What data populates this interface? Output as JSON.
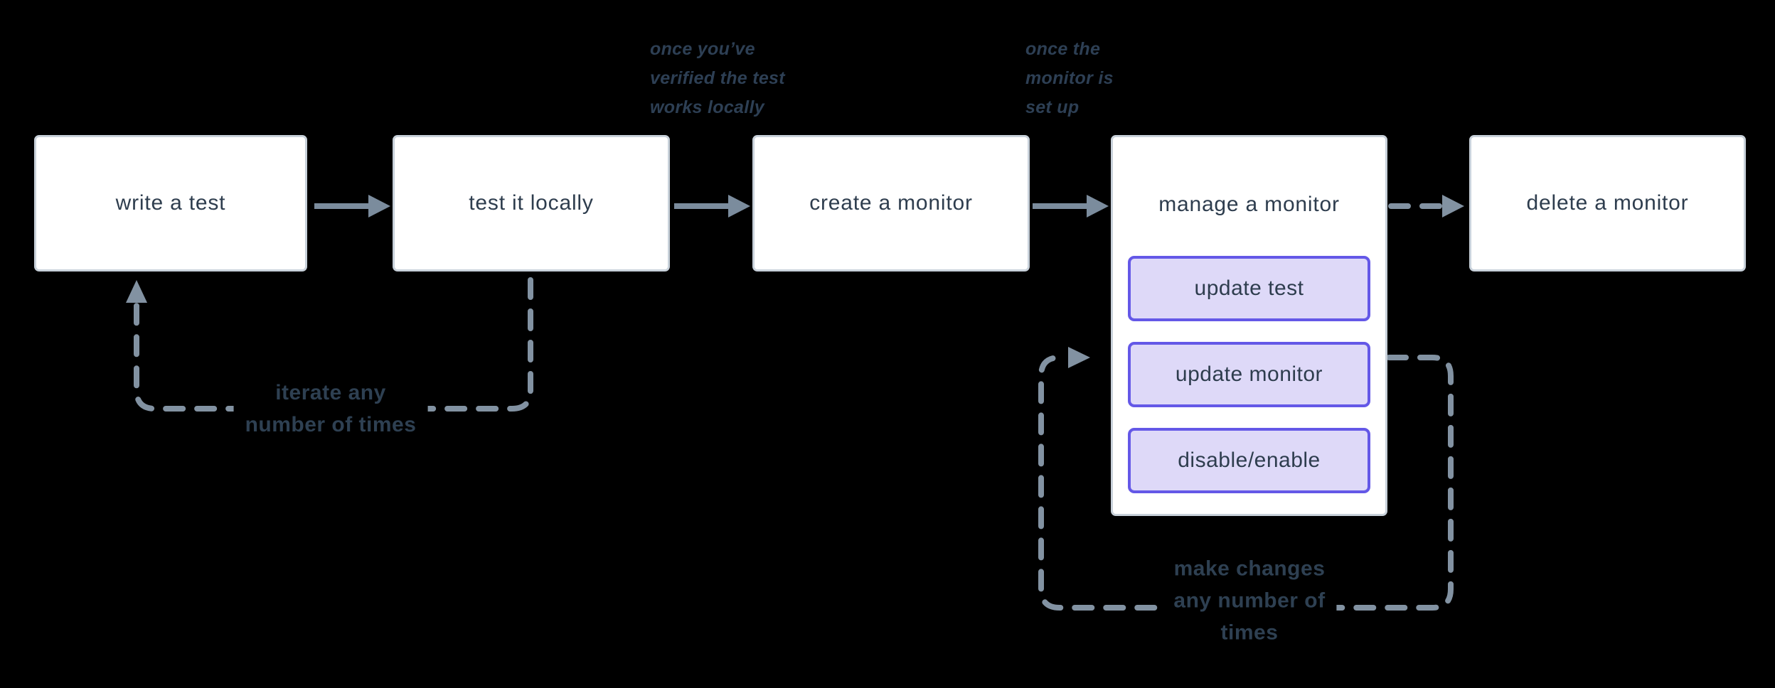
{
  "flow": {
    "nodes": [
      {
        "label": "write a test"
      },
      {
        "label": "test it locally"
      },
      {
        "label": "create a monitor"
      },
      {
        "label": "manage a monitor"
      },
      {
        "label": "delete a monitor"
      }
    ],
    "manage_actions": [
      {
        "label": "update test"
      },
      {
        "label": "update monitor"
      },
      {
        "label": "disable/enable"
      }
    ],
    "annotations": [
      {
        "lines": [
          "once you’ve",
          "verified the test",
          "works locally"
        ]
      },
      {
        "lines": [
          "once the",
          "monitor is",
          "set up"
        ]
      }
    ],
    "loop_labels": [
      {
        "lines": [
          "iterate any",
          "number of times"
        ]
      },
      {
        "lines": [
          "make changes",
          "any number of",
          "times"
        ]
      }
    ]
  },
  "colors": {
    "background": "#000000",
    "node_fill": "#ffffff",
    "node_border": "#c8d1da",
    "node_text": "#2e3d4e",
    "action_fill": "#ded9f8",
    "action_border": "#6458e7",
    "action_text": "#2e3d4e",
    "arrow": "#7b8c9d",
    "dash": "#8292a2",
    "annotation_text": "#2d3f54",
    "loop_text": "#2e4052"
  }
}
